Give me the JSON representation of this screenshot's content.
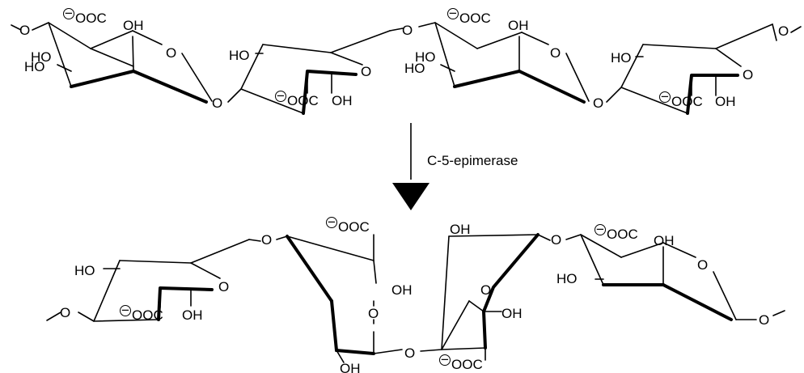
{
  "labels": {
    "oh": "OH",
    "ho": "HO",
    "o": "O",
    "ooc": "OOC",
    "minus": "−",
    "enzyme": "C-5-epimerase"
  }
}
